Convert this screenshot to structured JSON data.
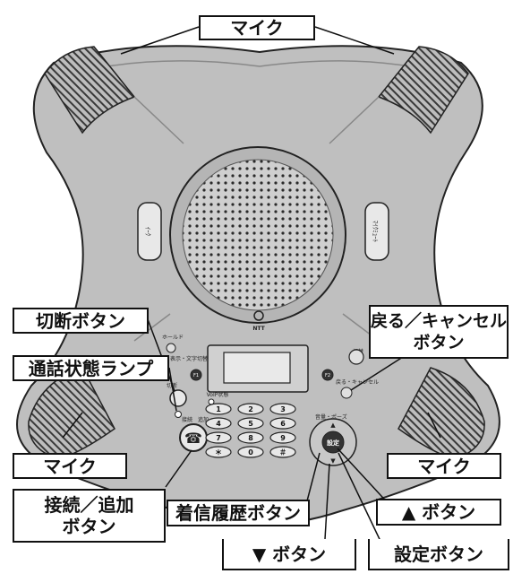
{
  "callouts": {
    "mic_top": "マイク",
    "disconnect_button": "切断ボタン",
    "call_status_lamp": "通話状態ランプ",
    "mic_left": "マイク",
    "connect_add_button": "接続／追加\nボタン",
    "back_cancel_button": "戻る／キャンセル\nボタン",
    "mic_right": "マイク",
    "incoming_history_button": "着信履歴ボタン",
    "up_button": "▲ ボタン",
    "down_button": "▼ ボタン",
    "settings_button": "設定ボタン"
  },
  "device": {
    "mute_left_label": "ｲｰｸ",
    "mute_right_label": "ﾏｲｸﾐｭｰﾄ",
    "brand": "NTT",
    "hold_label": "ホールド",
    "display_label": "表示・文字切替",
    "fn_key": "F1",
    "f2_key": "F2",
    "redial_label": "切替",
    "voip_label": "VoIP状態",
    "disconnect_key_label": "切断",
    "back_label": "戻る・キャンセル",
    "connect_label": "接続　追加",
    "volume_pause_label": "音量・ポーズ",
    "settings_key": "設定",
    "keys": [
      "1",
      "2",
      "3",
      "4",
      "5",
      "6",
      "7",
      "8",
      "9",
      "＊",
      "0",
      "＃"
    ]
  }
}
